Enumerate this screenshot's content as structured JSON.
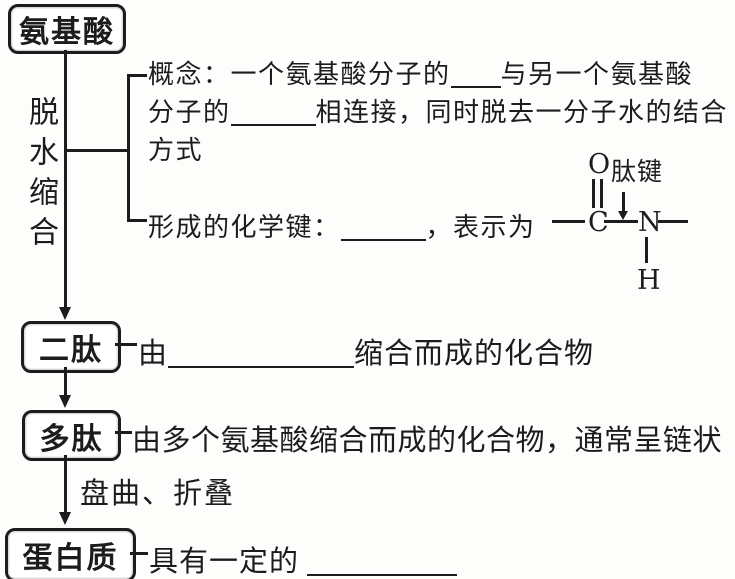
{
  "meta": {
    "description": "Biology textbook concept-map: amino acids form proteins via dehydration condensation",
    "colors": {
      "ink": "#1c1c1c",
      "background": "#ffffff"
    }
  },
  "nodes": {
    "amino_acid": "氨基酸",
    "dipeptide": "二肽",
    "polypeptide": "多肽",
    "protein": "蛋白质"
  },
  "edges": {
    "dehydration_condensation": "脱水缩合",
    "coil_fold": "盘曲、折叠"
  },
  "concept": {
    "line1_pre": "概念：一个氨基酸分子的",
    "line1_post": "与另一个氨基酸",
    "line2_pre": "分子的",
    "line2_post": "相连接，同时脱去一分子水的结合",
    "line3": "方式"
  },
  "bond": {
    "label_pre": "形成的化学键：",
    "label_post": "，表示为",
    "peptide_bond_label": "肽键",
    "atom_o": "O",
    "atom_c": "C",
    "atom_n": "N",
    "atom_h": "H"
  },
  "dipeptide_line": {
    "pre": "由",
    "post": "缩合而成的化合物"
  },
  "polypeptide_line": {
    "text": "由多个氨基酸缩合而成的化合物，通常呈链状"
  },
  "protein_line": {
    "pre": "具有一定的"
  }
}
